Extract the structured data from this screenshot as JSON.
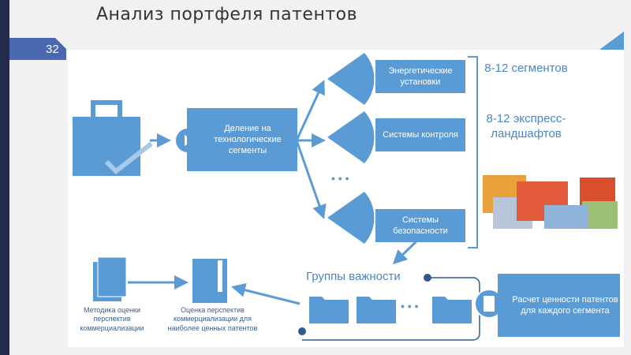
{
  "title": "Анализ портфеля патентов",
  "slide_number": "32",
  "diagram": {
    "segmentation_box": "Деление на технологические сегменты",
    "segments": [
      "Энергетические установки",
      "Системы контроля",
      "Системы безопасности"
    ],
    "ellipsis": "• • •",
    "count_segments": "8-12 сегментов",
    "count_landscapes": "8-12 экспресс-ландшафтов",
    "importance_groups": "Группы важности",
    "value_calc_box": "Расчет ценности патентов для каждого сегмента",
    "method_label": "Методика оценки перспектив коммерциализации",
    "assessment_label": "Оценка перспектив коммерциализации для наиболее ценных патентов"
  },
  "colors": {
    "accent": "#5b9bd5",
    "navy": "#222a4d",
    "tab": "#4a68b0"
  }
}
